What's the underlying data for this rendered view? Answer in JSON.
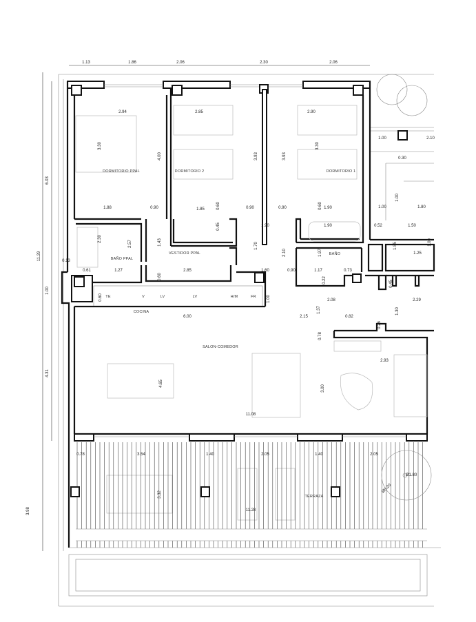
{
  "rooms": {
    "dormitorio_ppal": "DORMITORIO PPAL",
    "dormitorio_2": "DORMITORIO 2",
    "dormitorio_1": "DORMITORIO 1",
    "bano_ppal": "BAÑO PPAL",
    "vestidor_ppal": "VESTIDOR PPAL",
    "bano": "BAÑO",
    "cocina": "COCINA",
    "salon_comedor": "SALON-COMEDOR",
    "terraza": "TERRAZA"
  },
  "kitchen_labels": [
    "TE",
    "V",
    "LV",
    "LV",
    "H/M",
    "FR"
  ],
  "dimensions": [
    "1.13",
    "1.86",
    "2.06",
    "2.30",
    "2.06",
    "6.03",
    "11.29",
    "0.13",
    "1.00",
    "4.31",
    "3.98",
    "2.94",
    "2.85",
    "2.90",
    "3.30",
    "4.00",
    "3.93",
    "3.93",
    "3.30",
    "1.00",
    "2.10",
    "0.30",
    "1.00",
    "1.00",
    "1.80",
    "1.88",
    "0.90",
    "1.85",
    "0.60",
    "0.90",
    "0.90",
    "0.60",
    "1.90",
    "0.45",
    "1.90",
    "1.90",
    "0.52",
    "1.50",
    "2.30",
    "2.57",
    "1.43",
    "1.70",
    "2.10",
    "1.97",
    "1.55",
    "1.00",
    "1.25",
    "0.61",
    "1.27",
    "2.85",
    "1.60",
    "0.90",
    "1.17",
    "0.73",
    "0.60",
    "0.60",
    "0.22",
    "0.45",
    "1.00",
    "2.08",
    "2.29",
    "1.37",
    "1.30",
    "6.00",
    "2.15",
    "0.82",
    "0.26",
    "0.78",
    "2.93",
    "4.65",
    "3.00",
    "11.08",
    "0.78",
    "3.54",
    "1.40",
    "2.05",
    "1.40",
    "2.05",
    "3.32",
    "11.28",
    "Ø1.80",
    "Ø0.20"
  ]
}
